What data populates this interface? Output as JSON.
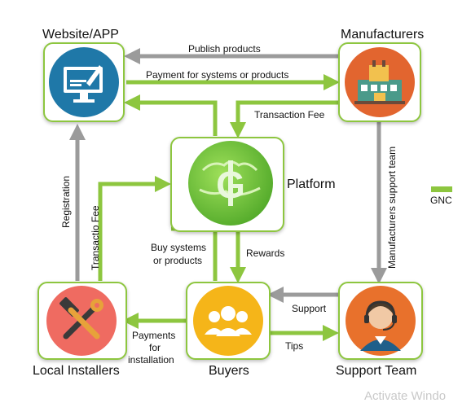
{
  "nodes": {
    "website": {
      "title": "Website/APP",
      "icon": "monitor-pencil-icon"
    },
    "manufacturers": {
      "title": "Manufacturers",
      "icon": "factory-icon"
    },
    "platform": {
      "title": "Platform",
      "icon": "globe-coin-icon"
    },
    "installers": {
      "title": "Local Installers",
      "icon": "hammer-wrench-icon"
    },
    "buyers": {
      "title": "Buyers",
      "icon": "people-icon"
    },
    "support": {
      "title": "Support Team",
      "icon": "support-agent-icon"
    }
  },
  "edges": {
    "publish": "Publish products",
    "payment_systems": "Payment for systems or products",
    "transaction_fee": "Transaction Fee",
    "registration": "Registration",
    "transactio_fee": "Transactio Fee",
    "manufacturers_support": "Manufacturers support team",
    "buy_line1": "Buy systems",
    "buy_line2": "or products",
    "rewards": "Rewards",
    "support": "Support",
    "tips": "Tips",
    "payments_line1": "Payments",
    "payments_line2": "for",
    "payments_line3": "installation"
  },
  "legend": {
    "label": "GNC",
    "color": "#8dc63f"
  },
  "colors": {
    "green": "#8dc63f",
    "gray": "#9b9b9b"
  },
  "watermark": "Activate Windo"
}
